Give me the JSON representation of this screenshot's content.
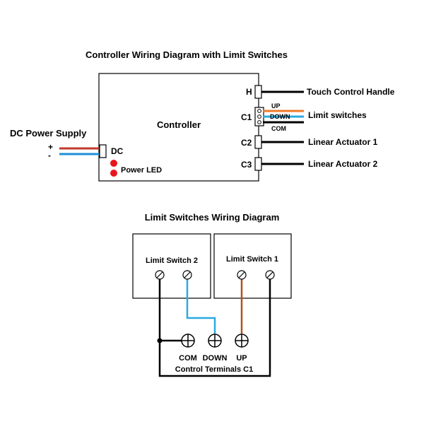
{
  "top_diagram": {
    "title": "Controller Wiring Diagram with Limit Switches",
    "controller_label": "Controller",
    "dc_power_supply": "DC Power Supply",
    "plus": "+",
    "minus": "-",
    "dc_port": "DC",
    "power_led": "Power LED",
    "ports": {
      "h": "H",
      "c1": "C1",
      "c2": "C2",
      "c3": "C3"
    },
    "c1_wires": {
      "up": "UP",
      "down": "DOWN",
      "com": "COM"
    },
    "outputs": {
      "touch_control_handle": "Touch Control Handle",
      "limit_switches": "Limit switches",
      "linear_actuator_1": "Linear Actuator 1",
      "linear_actuator_2": "Linear Actuator 2"
    }
  },
  "bottom_diagram": {
    "title": "Limit Switches Wiring Diagram",
    "limit_switch_2": "Limit Switch 2",
    "limit_switch_1": "Limit Switch 1",
    "terminals": {
      "com": "COM",
      "down": "DOWN",
      "up": "UP"
    },
    "control_terminals": "Control Terminals C1"
  },
  "colors": {
    "wire_red": "#c0392b",
    "wire_blue": "#1e90d6",
    "wire_orange": "#f07a2a",
    "wire_cyan": "#29aae1",
    "wire_brown": "#b5501c",
    "wire_black": "#000000",
    "led_red": "#e8161b"
  }
}
